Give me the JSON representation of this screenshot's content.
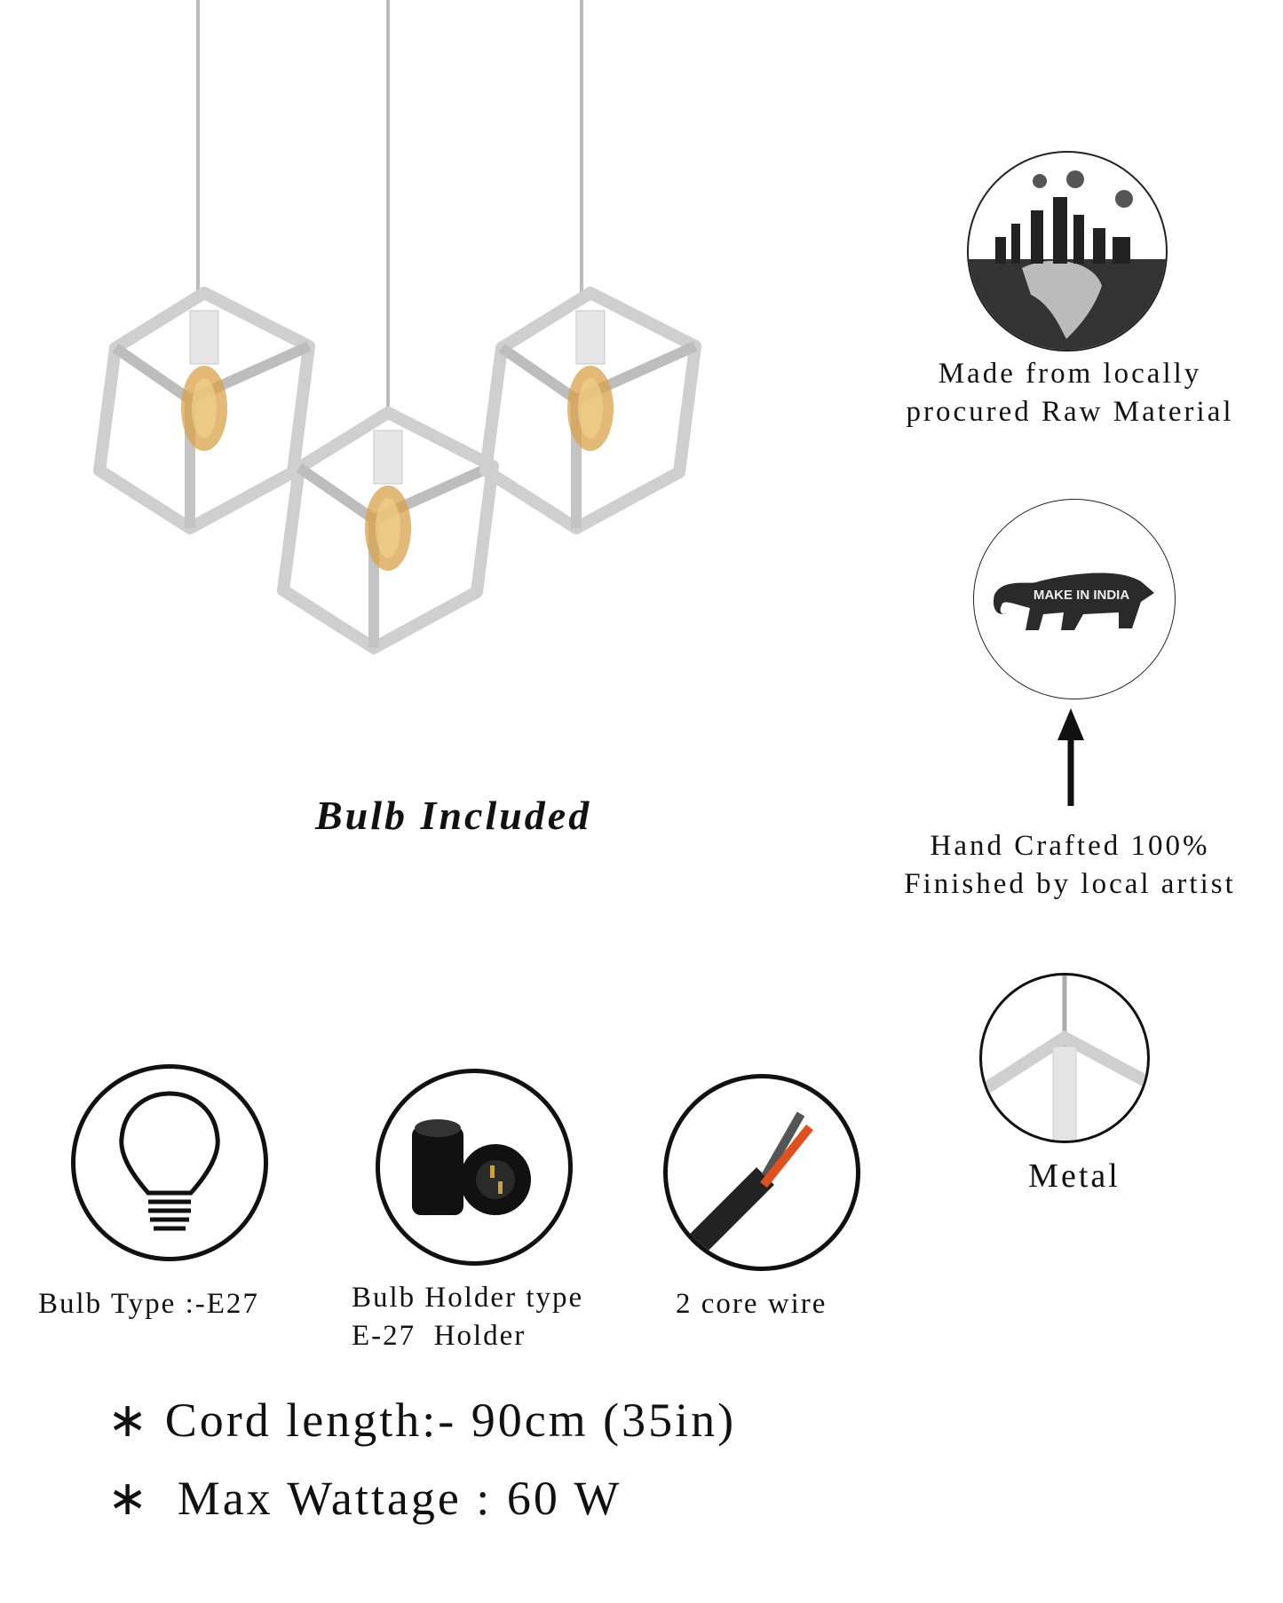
{
  "product": {
    "bulb_included": "Bulb Included"
  },
  "features": {
    "raw_material": [
      "Made from locally",
      "procured Raw Material"
    ],
    "make_in_india_logo": "MAKE IN INDIA",
    "hand_crafted": [
      "Hand Crafted 100%",
      "Finished by local artist"
    ],
    "material": "Metal"
  },
  "specs": {
    "bulb_type": "Bulb Type :-E27",
    "holder": [
      "Bulb Holder type",
      "E-27  Holder"
    ],
    "wire": "2 core wire",
    "cord_length": "Cord length:- 90cm (35in)",
    "max_wattage": "Max Wattage : 60 W",
    "bullet": "∗"
  },
  "colors": {
    "frame": "#d9d9d9",
    "bulb_glow": "#d9a24a",
    "wire_red": "#e0501e"
  }
}
